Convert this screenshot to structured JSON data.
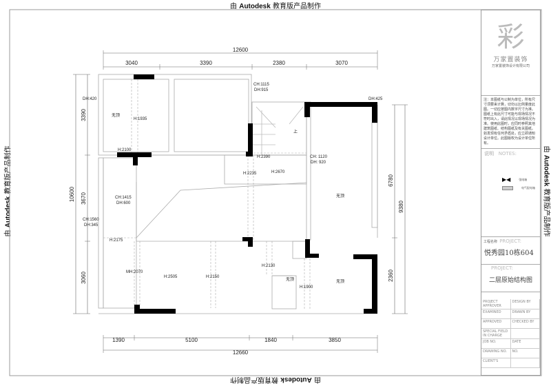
{
  "watermark": {
    "prefix": "由 ",
    "brand": "Autodesk",
    "suffix": " 教育版产品制作"
  },
  "title_block": {
    "logo_brand": "万家置装饰",
    "logo_sub": "万家置装饰设计有限公司",
    "notes_text": "注：本图纸与公制为单位，所有尺寸须要来计算，切勿以比例量度此图。一切应按图内数字尺寸为准。图纸上有此尺寸可能与现场情况不符时出入，请此情况以现场情况为准。使用此图时，应同时参照其他建筑图纸、结构图纸及有关图纸。如发现有任何矛盾处，应立即通知设计单位。此图版权为设计单位所有。",
    "notes_label": "说明",
    "notes_heading": "NOTES:",
    "legend": [
      {
        "label": "强电箱"
      },
      {
        "label": "电气配电箱"
      }
    ],
    "project_label": "工程名称",
    "project_heading": "PROJECT:",
    "project_name": "悦秀园10栋604",
    "drawing_heading": "PROJECT:",
    "drawing_title": "二层原始结构图",
    "rows": [
      [
        "PROJECT APPROVER",
        "DESIGN BY"
      ],
      [
        "EXAMINED",
        "DRAWN BY"
      ],
      [
        "APPROVED",
        "CHECKED BY"
      ],
      [
        "SPECIAL FIELD IN CHARGE",
        ""
      ],
      [
        "JOB NO.",
        "DATE"
      ],
      [
        "DRAWING NO.",
        "NO."
      ],
      [
        "CLIENT'S",
        ""
      ]
    ]
  },
  "plan": {
    "dims_top_total": "12600",
    "dims_top": [
      "3040",
      "3390",
      "2380",
      "3070"
    ],
    "dims_bottom": [
      "1390",
      "5100",
      "1840",
      "3850"
    ],
    "dims_bottom_total": "12660",
    "dims_left_total": "10600",
    "dims_left": [
      "3390",
      "3670",
      "3060"
    ],
    "dims_right": [
      "6780",
      "2360"
    ],
    "dims_right_total": "9380",
    "labels": {
      "dh420": "DH:420",
      "wuding1": "无顶",
      "h1935": "H:1935",
      "h2100": "H:2100",
      "ch1115": "CH:1115",
      "dh915": "DH:915",
      "dh425": "DH:425",
      "h2390": "H:2390",
      "h2235": "H:2235",
      "h2670": "H:2670",
      "ch1120": "CH: 1120",
      "dh920": "DH: 920",
      "wuding2": "无顶",
      "ch1415": "CH:1415",
      "dh600": "DH:600",
      "ch1560": "CH:1560",
      "dh345": "DH:345",
      "h2175": "H:2175",
      "mh2070": "MH:2070",
      "h2505": "H:2505",
      "h2150": "H:2150",
      "h2130": "H:2130",
      "wuding3": "无顶",
      "h1900": "H:1900",
      "wuding4": "无顶",
      "up": "上"
    }
  }
}
